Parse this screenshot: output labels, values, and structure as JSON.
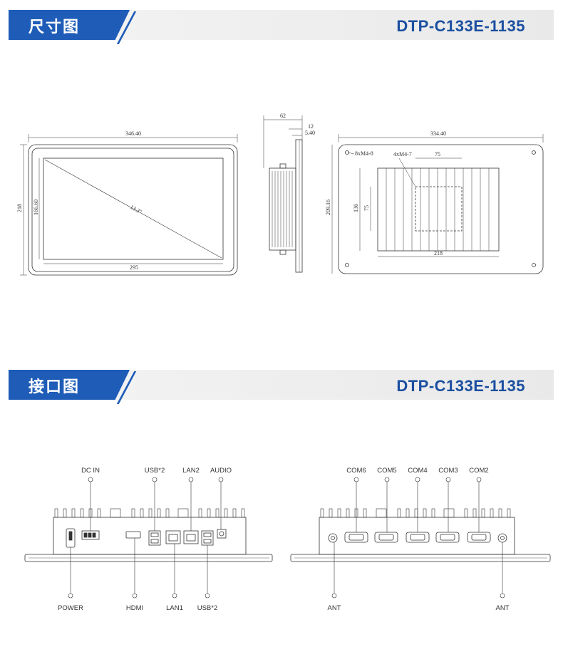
{
  "sections": [
    {
      "title": "尺寸图",
      "model": "DTP-C133E-1135"
    },
    {
      "title": "接口图",
      "model": "DTP-C133E-1135"
    }
  ],
  "dimensions": {
    "front_width": "346.40",
    "front_height": "218",
    "screen_height": "166.60",
    "screen_width": "295",
    "diagonal": "13.3\"",
    "side_depth": "62",
    "side_a": "12",
    "side_b": "5.40",
    "back_width": "334.40",
    "back_height": "209.16",
    "screw_note": "8xM4-8",
    "vesa_note": "4xM4-7",
    "vesa_w": "75",
    "vesa_h": "75",
    "heatsink_h": "136",
    "heatsink_w": "218"
  },
  "ports_left_top": [
    "DC IN",
    "USB*2",
    "LAN2",
    "AUDIO"
  ],
  "ports_left_bottom": [
    "POWER",
    "HDMI",
    "LAN1",
    "USB*2"
  ],
  "ports_right_top": [
    "COM6",
    "COM5",
    "COM4",
    "COM3",
    "COM2"
  ],
  "ports_right_bottom": [
    "ANT",
    "ANT"
  ]
}
